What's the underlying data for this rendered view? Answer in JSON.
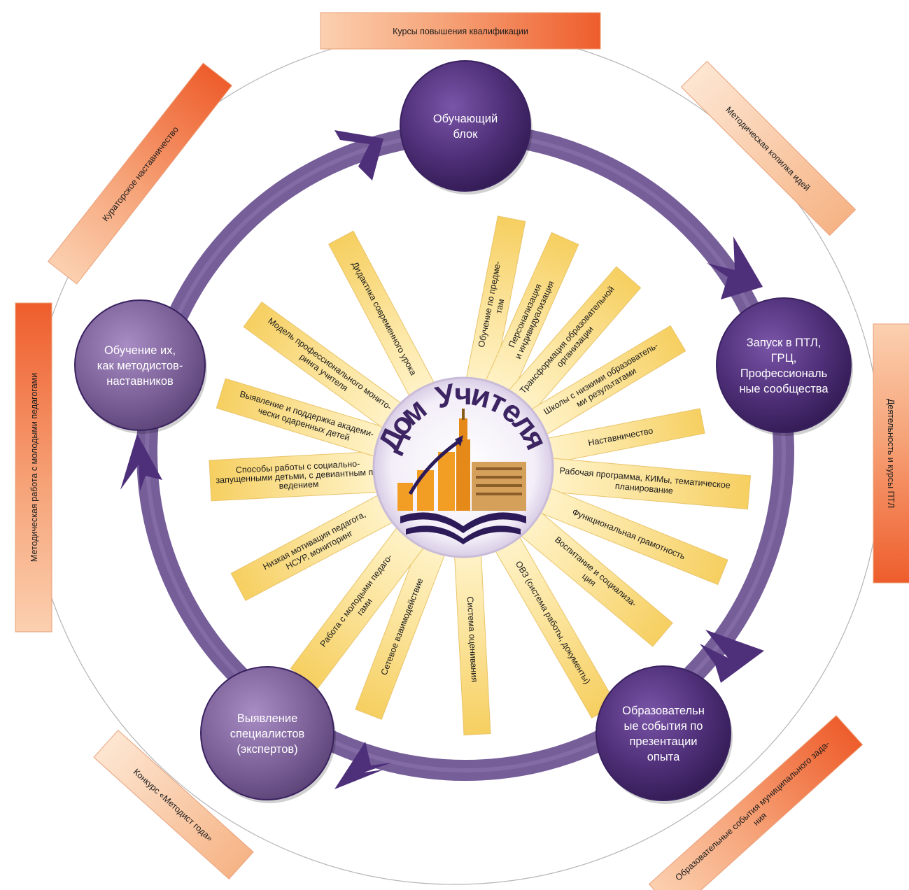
{
  "colors": {
    "ring": "#6a5090",
    "node_purple": "#4d2e76",
    "node_lilac": "#7c6198",
    "ray_fill": "#fbe59c",
    "outer_orange": "#f27040",
    "outer_peach": "#f8c7a3"
  },
  "center": {
    "title": "Дом Учителя"
  },
  "nodes": [
    {
      "lines": [
        "Обучающий",
        "блок"
      ]
    },
    {
      "lines": [
        "Запуск в ПТЛ,",
        "ГРЦ,",
        "Профессиональ",
        "ные сообщества"
      ]
    },
    {
      "lines": [
        "Образовательн",
        "ые события по",
        "презентации",
        "опыта"
      ]
    },
    {
      "lines": [
        "Выявление",
        "специалистов",
        "(экспертов)"
      ]
    },
    {
      "lines": [
        "Обучение их,",
        "как методистов-",
        "наставников"
      ]
    }
  ],
  "outer_labels": [
    {
      "text": "Курсы повышения квалификации"
    },
    {
      "text": "Методическая копилка идей"
    },
    {
      "text": "Деятельность и курсы ПТЛ"
    },
    {
      "text": "Образовательные события муниципального зада-",
      "text2": "ния"
    },
    {
      "text": "Конкурс «Методист года»"
    },
    {
      "text": "Методическая работа с молодыми педагогами"
    },
    {
      "text": "Кураторское наставничество"
    }
  ],
  "rays": [
    {
      "lines": [
        "Обучение по предме-",
        "там"
      ]
    },
    {
      "lines": [
        "Персонализация",
        "и индивидуализация"
      ]
    },
    {
      "lines": [
        "Трансформация образовательной",
        "организации"
      ]
    },
    {
      "lines": [
        "Школы с низкими образователь-",
        "ми результатами"
      ]
    },
    {
      "lines": [
        "Наставничество"
      ]
    },
    {
      "lines": [
        "Рабочая программа, КИМы, тематическое",
        "планирование"
      ]
    },
    {
      "lines": [
        "Функциональная грамотность"
      ]
    },
    {
      "lines": [
        "Воспитание и  социализа-",
        "ция"
      ]
    },
    {
      "lines": [
        "ОВЗ (система работы, документы)"
      ]
    },
    {
      "lines": [
        "Система оценивания"
      ]
    },
    {
      "lines": [
        "Сетевое взаимодействие"
      ]
    },
    {
      "lines": [
        "Работа с молодыми педаго-",
        "гами"
      ]
    },
    {
      "lines": [
        "Низкая мотивация педагога,",
        "НСУР, мониторинг"
      ]
    },
    {
      "lines": [
        "Способы работы с социально-",
        "запущенными детьми, с девиантным по-",
        "ведением"
      ]
    },
    {
      "lines": [
        "Выявление и поддержка академи-",
        "чески одаренных детей"
      ]
    },
    {
      "lines": [
        "Модель профессионального монито-",
        "ринга учителя"
      ]
    },
    {
      "lines": [
        "Дидактика современного урока"
      ]
    }
  ]
}
